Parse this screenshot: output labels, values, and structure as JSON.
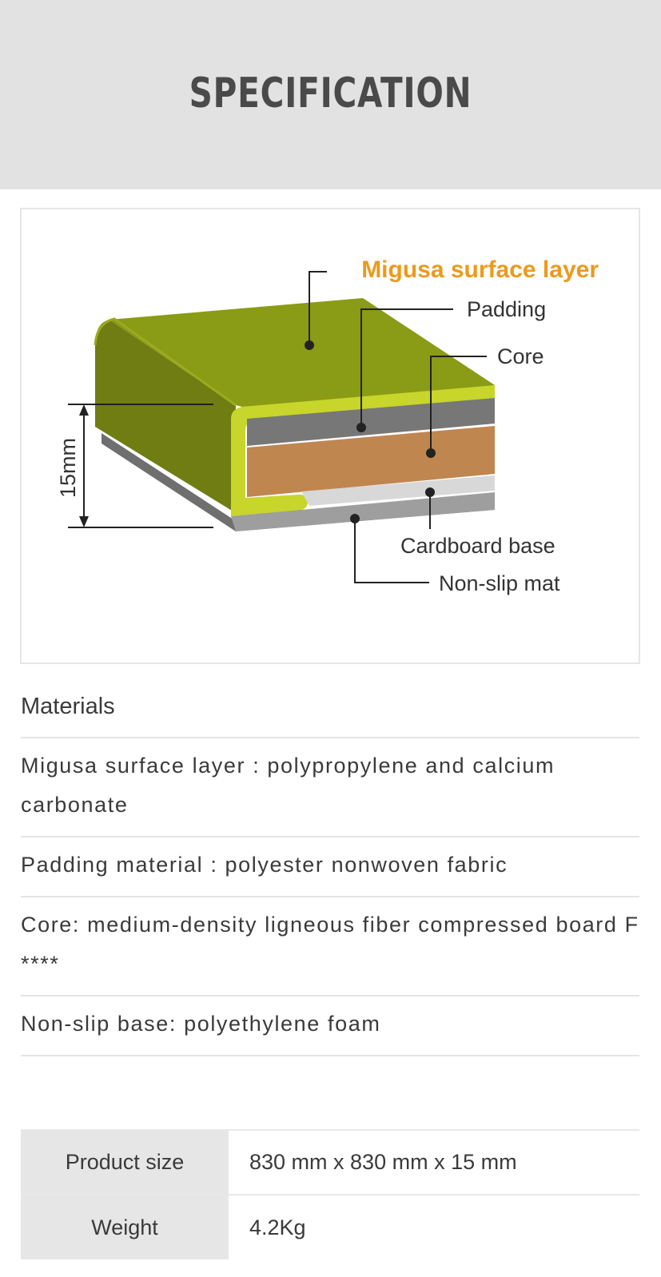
{
  "header": {
    "title": "SPECIFICATION"
  },
  "diagram": {
    "labels": {
      "surface": "Migusa surface layer",
      "padding": "Padding",
      "core": "Core",
      "cardboard": "Cardboard base",
      "nonslip": "Non-slip mat",
      "thickness": "15mm"
    },
    "colors": {
      "surface_accent": "#ec9a1c",
      "surface_green": "#8a9b15",
      "edge_lime": "#c8d52a",
      "padding_gray": "#767676",
      "core_brown": "#c08650",
      "base_light": "#d8d8d8",
      "mat_gray": "#9a9a9a"
    }
  },
  "materials": {
    "title": "Materials",
    "items": [
      "Migusa surface layer : polypropylene and calcium carbonate",
      "Padding material : polyester nonwoven fabric",
      "Core: medium-density ligneous fiber compressed board F ****",
      "Non-slip base: polyethylene foam"
    ]
  },
  "specs": [
    {
      "label": "Product size",
      "value": "830 mm x 830 mm x 15 mm"
    },
    {
      "label": "Weight",
      "value": "4.2Kg"
    }
  ]
}
